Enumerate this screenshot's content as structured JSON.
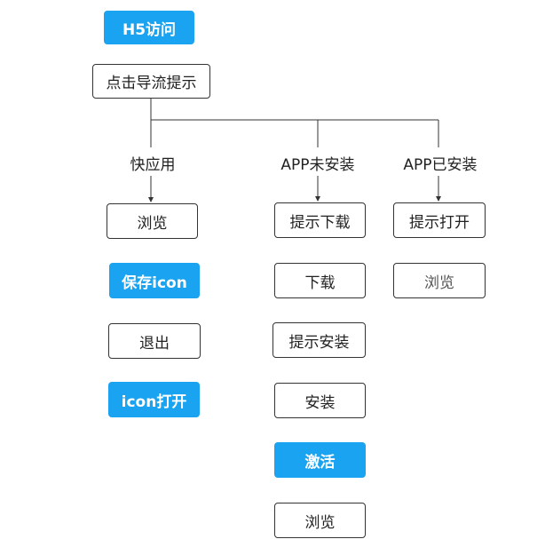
{
  "colors": {
    "highlight_fill": "#1aa3f0",
    "highlight_text": "#ffffff",
    "box_border": "#333333",
    "line": "#333333"
  },
  "root": {
    "entry": "H5访问",
    "prompt": "点击导流提示"
  },
  "branches": {
    "quick_app": {
      "label": "快应用",
      "steps": [
        "浏览",
        "保存icon",
        "退出",
        "icon打开"
      ]
    },
    "app_not_installed": {
      "label": "APP未安装",
      "steps": [
        "提示下载",
        "下载",
        "提示安装",
        "安装",
        "激活",
        "浏览"
      ]
    },
    "app_installed": {
      "label": "APP已安装",
      "steps": [
        "提示打开",
        "浏览"
      ]
    }
  }
}
